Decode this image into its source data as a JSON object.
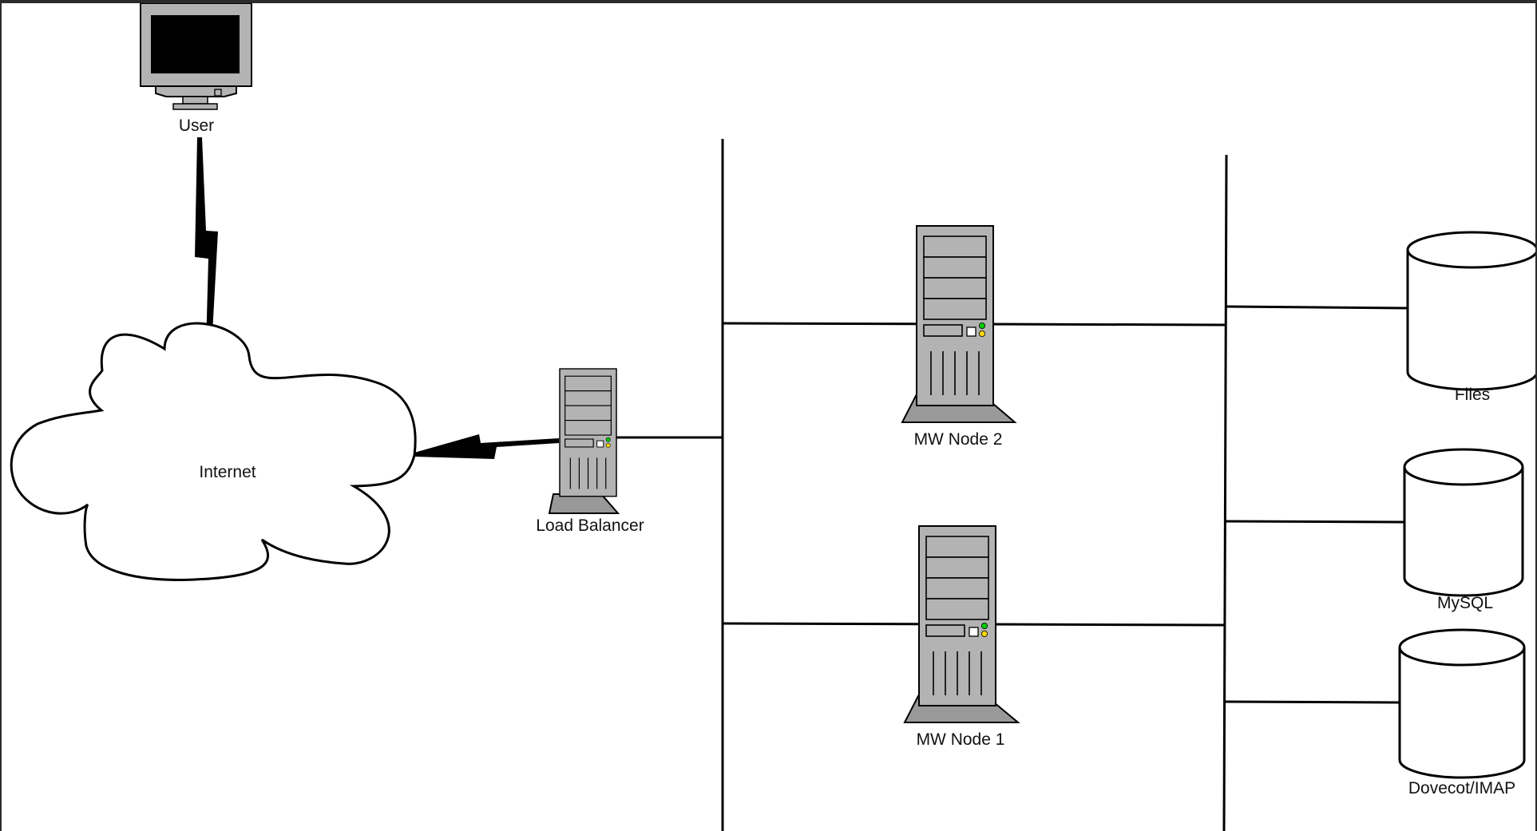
{
  "diagram": {
    "nodes": {
      "user": {
        "label": "User",
        "icon": "monitor-icon"
      },
      "internet": {
        "label": "Internet",
        "icon": "cloud-icon"
      },
      "load_balancer": {
        "label": "Load Balancer",
        "icon": "server-tower-icon"
      },
      "mw_node_2": {
        "label": "MW Node 2",
        "icon": "server-tower-icon"
      },
      "mw_node_1": {
        "label": "MW Node 1",
        "icon": "server-tower-icon"
      },
      "files": {
        "label": "Files",
        "icon": "database-cylinder-icon"
      },
      "mysql": {
        "label": "MySQL",
        "icon": "database-cylinder-icon"
      },
      "dovecot": {
        "label": "Dovecot/IMAP",
        "icon": "database-cylinder-icon"
      }
    },
    "connections": [
      {
        "from": "user",
        "to": "internet",
        "style": "lightning"
      },
      {
        "from": "internet",
        "to": "load_balancer",
        "style": "lightning"
      },
      {
        "from": "load_balancer",
        "to": "front-network-bus",
        "style": "line"
      },
      {
        "from": "front-network-bus",
        "to": "mw_node_2",
        "style": "line"
      },
      {
        "from": "front-network-bus",
        "to": "mw_node_1",
        "style": "line"
      },
      {
        "from": "mw_node_2",
        "to": "back-network-bus",
        "style": "line"
      },
      {
        "from": "mw_node_1",
        "to": "back-network-bus",
        "style": "line"
      },
      {
        "from": "back-network-bus",
        "to": "files",
        "style": "line"
      },
      {
        "from": "back-network-bus",
        "to": "mysql",
        "style": "line"
      },
      {
        "from": "back-network-bus",
        "to": "dovecot",
        "style": "line"
      }
    ],
    "colors": {
      "device_fill": "#b3b3b3",
      "device_dark": "#999999",
      "screen": "#000000",
      "led_green": "#00cc00",
      "led_yellow": "#ffd700",
      "stroke": "#000000",
      "background": "#ffffff"
    }
  }
}
